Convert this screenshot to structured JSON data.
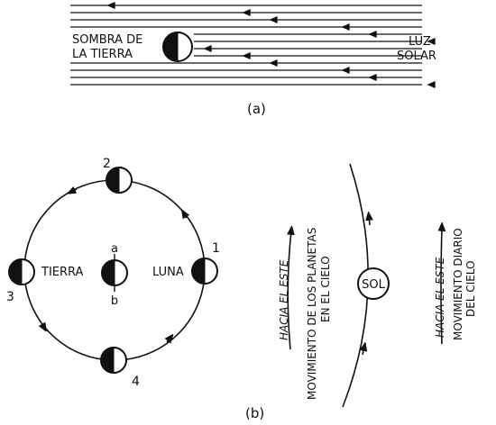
{
  "panel_a": {
    "caption": "(a)",
    "shadow_label_line1": "SOMBRA DE",
    "shadow_label_line2": "LA TIERRA",
    "light_label_line1": "LUZ",
    "light_label_line2": "SOLAR"
  },
  "panel_b": {
    "caption": "(b)",
    "earth_label": "TIERRA",
    "moon_label": "LUNA",
    "point_a": "a",
    "point_b": "b",
    "positions": [
      "1",
      "2",
      "3",
      "4"
    ],
    "planets_east": "HACIA EL ESTE",
    "planets_motion_line1": "MOVIMIENTO DE LOS PLANETAS",
    "planets_motion_line2": "EN EL CIELO",
    "sun_label": "SOL",
    "daily_east": "HACIA EL ESTE",
    "daily_motion_line1": "MOVIMIENTO DIARIO",
    "daily_motion_line2": "DEL CIELO"
  }
}
